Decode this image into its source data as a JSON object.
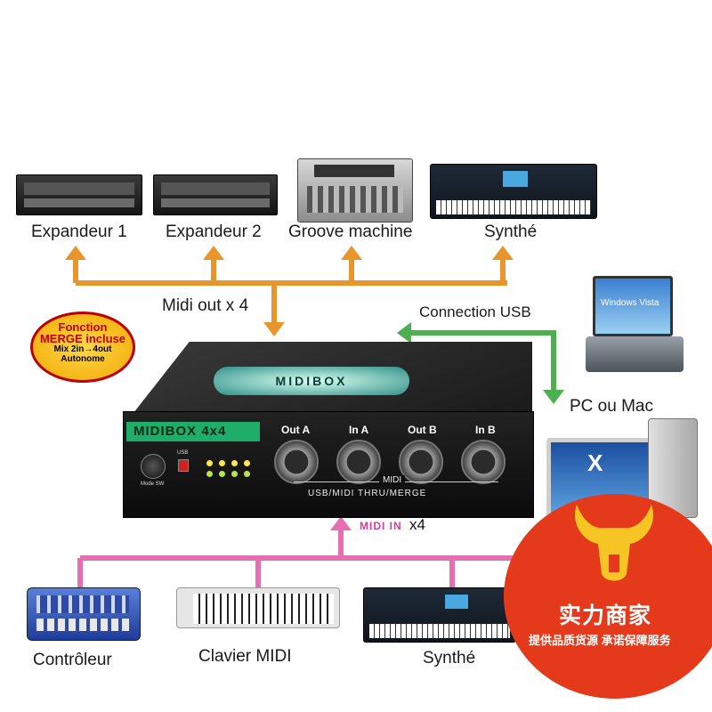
{
  "top_devices": {
    "expandeur1": "Expandeur 1",
    "expandeur2": "Expandeur 2",
    "groove": "Groove machine",
    "synthe_top": "Synthé"
  },
  "labels": {
    "midi_out": "Midi out x 4",
    "usb": "Connection USB",
    "pc_mac": "PC ou Mac",
    "midi_in_tag": "MIDI IN",
    "midi_in_count": "x4"
  },
  "bottom_devices": {
    "controleur": "Contrôleur",
    "clavier": "Clavier MIDI",
    "synthe_bottom": "Synthé"
  },
  "badge": {
    "line1": "Fonction",
    "line2": "MERGE incluse",
    "line3": "Mix 2in→4out",
    "line4": "Autonome"
  },
  "midibox": {
    "logo": "MIDIBOX",
    "model": "MIDIBOX 4x4",
    "ports": [
      "Out A",
      "In A",
      "Out B",
      "In B"
    ],
    "section_label": "MIDI",
    "front_text": "USB/MIDI THRU/MERGE",
    "knob_label": "Mode SW",
    "usb_label": "USB",
    "laptop_screen_text": "Windows Vista"
  },
  "seal": {
    "title": "实力商家",
    "subtitle": "提供品质货源  承诺保障服务"
  },
  "colors": {
    "orange_wire": "#e8962c",
    "green_wire": "#4caf50",
    "pink_wire": "#e66fb4",
    "seal_red": "#e4391a"
  }
}
